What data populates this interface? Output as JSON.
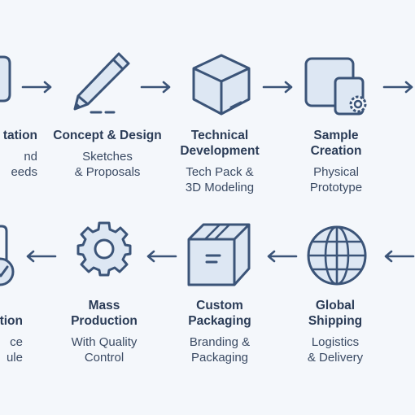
{
  "row1": [
    {
      "title": [
        "tation"
      ],
      "sub": [
        "nd",
        "eeds"
      ]
    },
    {
      "title": [
        "Concept & Design"
      ],
      "sub": [
        "Sketches",
        "& Proposals"
      ]
    },
    {
      "title": [
        "Technical",
        "Development"
      ],
      "sub": [
        "Tech Pack &",
        "3D Modeling"
      ]
    },
    {
      "title": [
        "Sample",
        "Creation"
      ],
      "sub": [
        "Physical",
        "Prototype"
      ]
    }
  ],
  "row2": [
    {
      "title": [
        "tion"
      ],
      "sub": [
        "ce",
        "ule"
      ]
    },
    {
      "title": [
        "Mass",
        "Production"
      ],
      "sub": [
        "With Quality",
        "Control"
      ]
    },
    {
      "title": [
        "Custom",
        "Packaging"
      ],
      "sub": [
        "Branding &",
        "Packaging"
      ]
    },
    {
      "title": [
        "Global",
        "Shipping"
      ],
      "sub": [
        "Logistics",
        "& Delivery"
      ]
    }
  ],
  "colors": {
    "background": "#f4f7fb",
    "stroke": "#3b5478",
    "fill": "#dde7f3",
    "text": "#2b3c57"
  },
  "icons": {
    "row1": [
      "clipboard-icon",
      "pencil-icon",
      "cube-icon",
      "sample-icon"
    ],
    "row2": [
      "checklist-icon",
      "gear-icon",
      "box-icon",
      "globe-icon"
    ]
  }
}
